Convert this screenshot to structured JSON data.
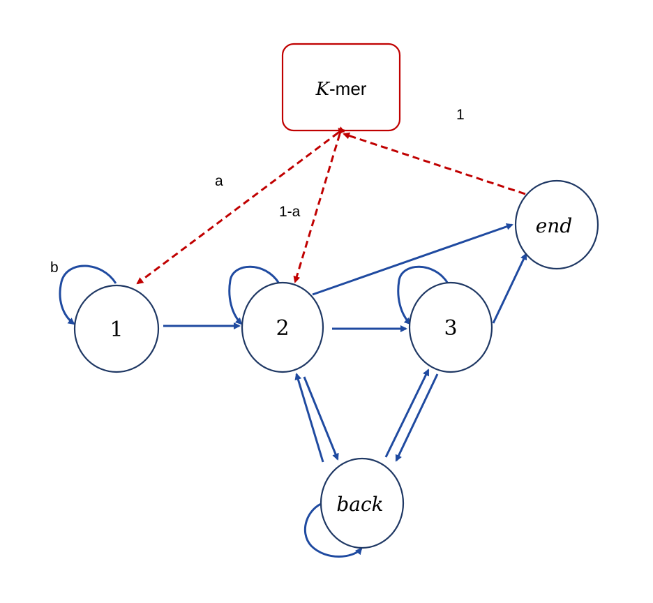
{
  "nodes": {
    "n1": {
      "label": "1"
    },
    "n2": {
      "label": "2"
    },
    "n3": {
      "label": "3"
    },
    "end": {
      "label": "end"
    },
    "back": {
      "label": "back"
    }
  },
  "kmer": {
    "k": "K",
    "rest": "-mer"
  },
  "edge_labels": {
    "a": "a",
    "one_minus_a": "1-a",
    "one": "1",
    "b": "b"
  },
  "colors": {
    "transition": "#1f4aa0",
    "emission": "#c00000",
    "node_stroke": "#1f3864",
    "kmer_stroke": "#c00000"
  }
}
